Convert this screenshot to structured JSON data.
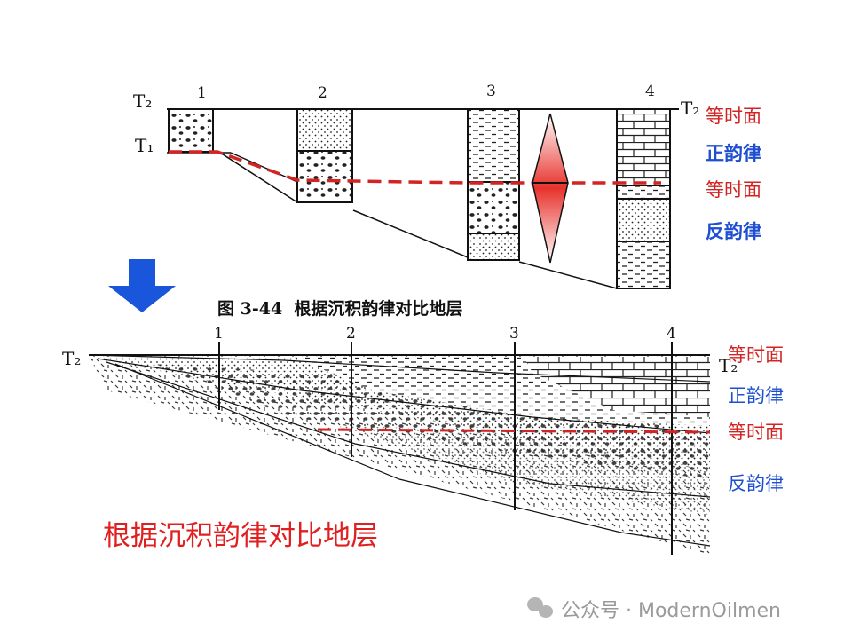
{
  "top_diagram": {
    "horizon_labels": {
      "t2": "T₂",
      "t1": "T₁",
      "t2_right": "T₂"
    },
    "well_numbers": [
      "1",
      "2",
      "3",
      "4"
    ],
    "side_labels": {
      "isochron_top": "等时面",
      "positive_rhythm": "正韵律",
      "isochron_mid": "等时面",
      "inverse_rhythm": "反韵律"
    },
    "caption": "图 3-44  根据沉积韵律对比地层"
  },
  "bottom_diagram": {
    "horizon_labels": {
      "t2": "T₂",
      "t2_right": "T₂"
    },
    "well_numbers": [
      "1",
      "2",
      "3",
      "4"
    ],
    "side_labels": {
      "isochron_top": "等时面",
      "positive_rhythm": "正韵律",
      "isochron_mid": "等时面",
      "inverse_rhythm": "反韵律"
    }
  },
  "arrow_icon": "down-arrow-icon",
  "bottom_title": "根据沉积韵律对比地层",
  "watermark": "公众号 · ModernOilmen",
  "colors": {
    "red": "#d32424",
    "blue": "#1f4fd1",
    "arrow": "#1a56db"
  }
}
